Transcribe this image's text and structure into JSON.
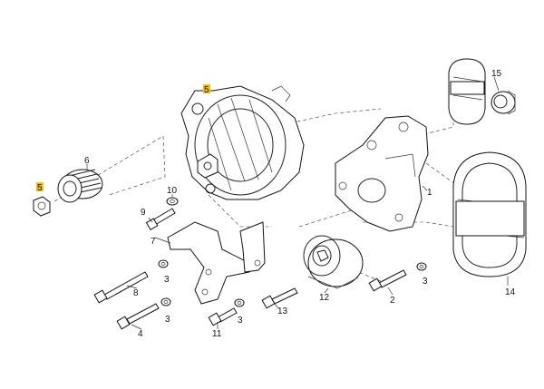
{
  "diagram": {
    "callouts": {
      "p1": "1",
      "p2": "2",
      "p3a": "3",
      "p3b": "3",
      "p3c": "3",
      "p3d": "3",
      "p4": "4",
      "p5a": "5",
      "p5b": "5",
      "p6": "6",
      "p7": "7",
      "p8": "8",
      "p9": "9",
      "p10": "10",
      "p11": "11",
      "p12": "12",
      "p13": "13",
      "p14": "14",
      "p15": "15"
    },
    "highlight_color": "#f2c100"
  }
}
